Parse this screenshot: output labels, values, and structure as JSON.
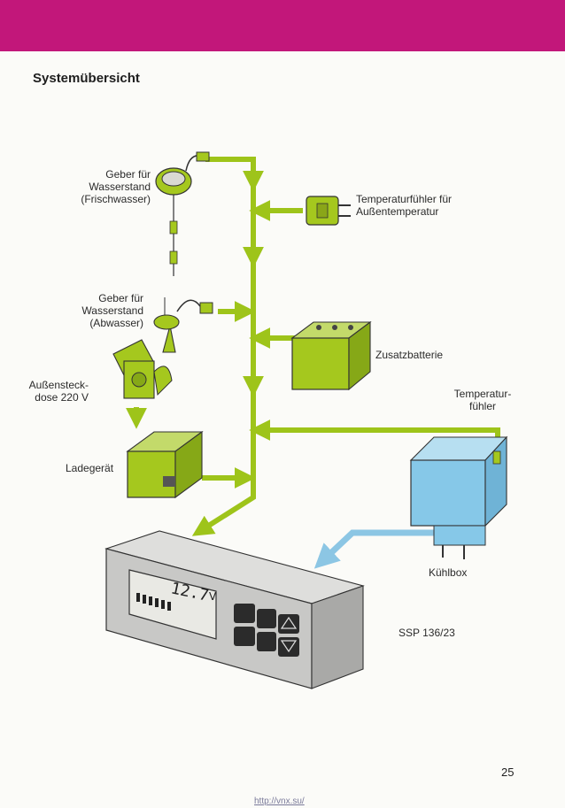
{
  "page": {
    "title": "Systemübersicht",
    "page_number": "25",
    "footer_url": "http://vnx.su/",
    "reference": "SSP 136/23"
  },
  "labels": {
    "sensor_freshwater": "Geber für\nWasserstand\n(Frischwasser)",
    "sensor_wastewater": "Geber für\nWasserstand\n(Abwasser)",
    "outdoor_temp_sensor": "Temperaturfühler für\nAußentemperatur",
    "aux_battery": "Zusatzbatterie",
    "external_socket": "Außensteck-\ndose 220 V",
    "temp_sensor": "Temperatur-\nfühler",
    "charger": "Ladegerät",
    "coolbox": "Kühlbox"
  },
  "display": {
    "voltage_readout": "12.7",
    "unit": "V"
  },
  "colors": {
    "header": "#c2177a",
    "signal_line": "#9ec41a",
    "component_green": "#a5c81e",
    "coolbox_blue": "#86c8e8",
    "panel_gray": "#c8c8c6"
  }
}
